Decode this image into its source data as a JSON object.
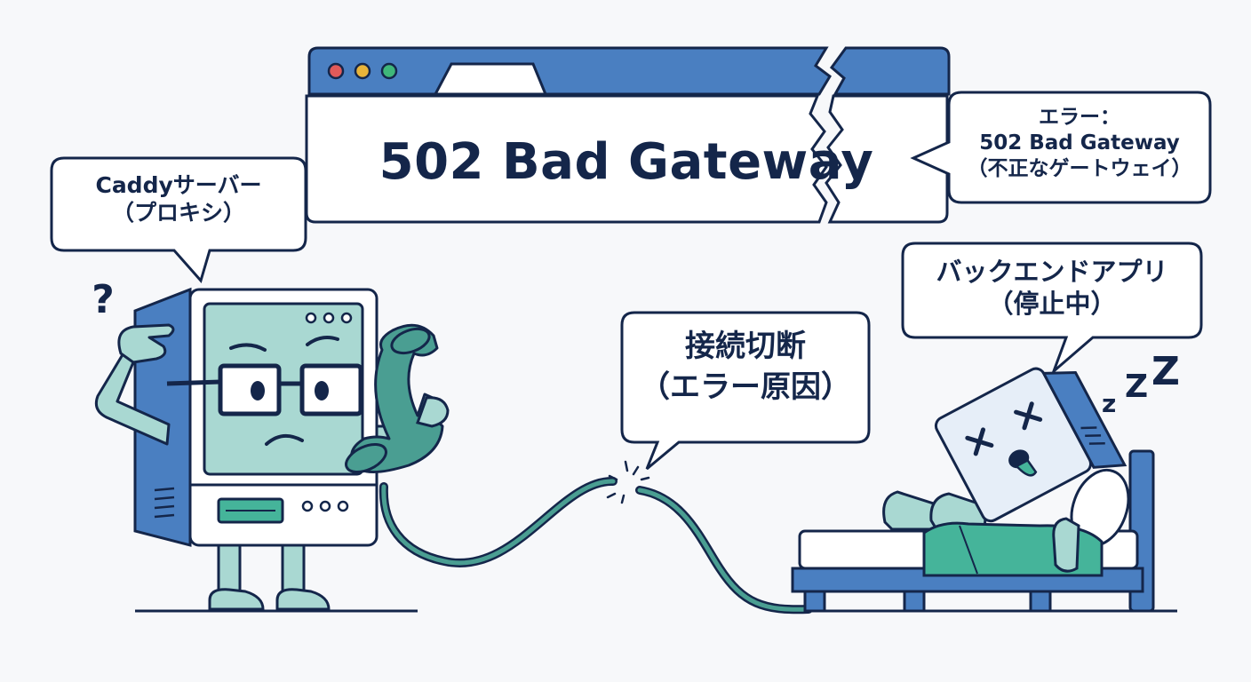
{
  "browser": {
    "title": "502 Bad Gateway",
    "dot_colors": [
      "#e05a5a",
      "#e8b43a",
      "#3fb77a"
    ]
  },
  "callouts": {
    "error": {
      "line1": "エラー：",
      "line2": "502 Bad Gateway",
      "line3": "（不正なゲートウェイ）"
    },
    "caddy": {
      "line1": "Caddyサーバー",
      "line2": "（プロキシ）"
    },
    "cut": {
      "line1": "接続切断",
      "line2": "（エラー原因）"
    },
    "backend": {
      "line1": "バックエンドアプリ",
      "line2": "（停止中）"
    }
  },
  "decor": {
    "question": "?",
    "sleep_z": [
      "z",
      "Z",
      "Z"
    ]
  },
  "colors": {
    "navy": "#14264a",
    "blue": "#4a7fc1",
    "teal": "#4a9e92",
    "pale_teal": "#a9d8d2",
    "mint": "#45b49a",
    "bg": "#f7f8fa"
  }
}
